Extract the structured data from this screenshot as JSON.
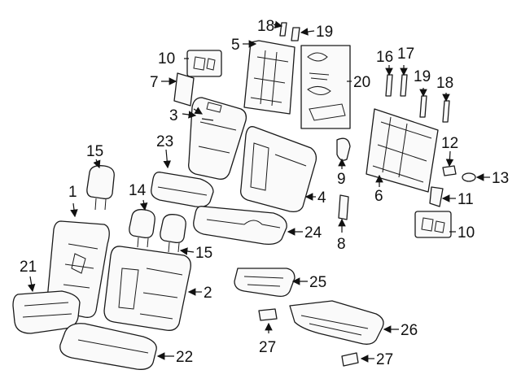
{
  "diagram": {
    "labels": {
      "l1": "1",
      "l2": "2",
      "l3": "3",
      "l4": "4",
      "l5": "5",
      "l6": "6",
      "l7": "7",
      "l8": "8",
      "l9": "9",
      "l10a": "10",
      "l10b": "10",
      "l11": "11",
      "l12": "12",
      "l13": "13",
      "l14": "14",
      "l15a": "15",
      "l15b": "15",
      "l16": "16",
      "l17": "17",
      "l18a": "18",
      "l18b": "18",
      "l19a": "19",
      "l19b": "19",
      "l20": "20",
      "l21": "21",
      "l22": "22",
      "l23": "23",
      "l24": "24",
      "l25": "25",
      "l26": "26",
      "l27a": "27",
      "l27b": "27"
    }
  }
}
